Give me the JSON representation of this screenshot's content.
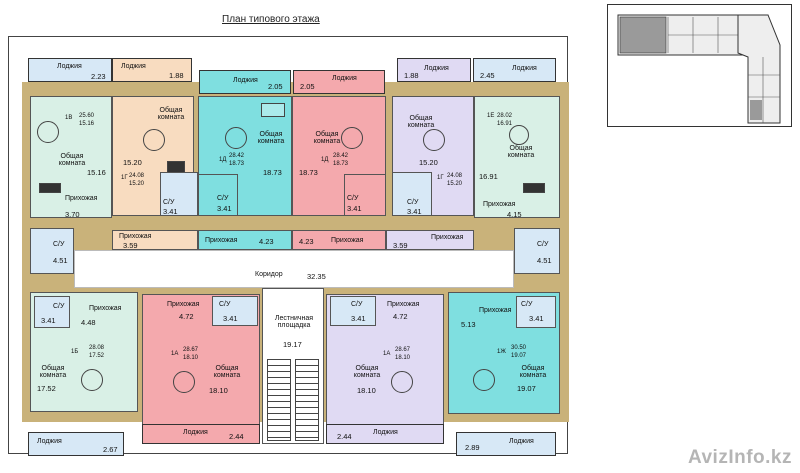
{
  "title": "План типового этажа",
  "colors": {
    "green": "#d9f0e6",
    "cyan": "#7fdfe0",
    "pink": "#f4a9ad",
    "peach": "#f8dcc0",
    "lilac": "#e0daf3",
    "wall": "#c9b27a",
    "corridor": "#ffffff",
    "loggia_blue": "#d7e8f6"
  },
  "loggias_top": [
    {
      "label": "Лоджия",
      "area": "2.23"
    },
    {
      "label": "Лоджия",
      "area": "1.88"
    },
    {
      "label": "Лоджия",
      "area": "2.05"
    },
    {
      "label": "Лоджия",
      "area": "2.05"
    },
    {
      "label": "Лоджия",
      "area": "1.88"
    },
    {
      "label": "Лоджия",
      "area": "2.45"
    }
  ],
  "loggias_bottom": [
    {
      "label": "Лоджия",
      "area": "2.67"
    },
    {
      "label": "Лоджия",
      "area": "2.44"
    },
    {
      "label": "Лоджия",
      "area": "2.44"
    },
    {
      "label": "Лоджия",
      "area": "2.89"
    }
  ],
  "top_apts": [
    {
      "code": "1В",
      "total": "25.60",
      "living": "15.16",
      "room_label": "Общая комната",
      "room_area": "15.16",
      "hall_label": "Прихожая",
      "hall_area": "3.70"
    },
    {
      "code": "1Г",
      "total": "24.08",
      "living": "15.20",
      "room_label": "Общая комната",
      "room_area": "15.20",
      "hall_label": "Прихожая",
      "hall_area": "3.59",
      "wc_label": "С/У",
      "wc_area": "3.41"
    },
    {
      "code": "1Д",
      "total": "28.42",
      "living": "18.73",
      "room_label": "Общая комната",
      "room_area": "18.73",
      "hall_label": "Прихожая",
      "hall_area": "4.23",
      "wc_label": "С/У",
      "wc_area": "3.41"
    },
    {
      "code": "1Д",
      "total": "28.42",
      "living": "18.73",
      "room_label": "Общая комната",
      "room_area": "18.73",
      "hall_label": "Прихожая",
      "hall_area": "4.23",
      "wc_label": "С/У",
      "wc_area": "3.41"
    },
    {
      "code": "1Г",
      "total": "24.08",
      "living": "15.20",
      "room_label": "Общая комната",
      "room_area": "15.20",
      "hall_label": "Прихожая",
      "hall_area": "3.59",
      "wc_label": "С/У",
      "wc_area": "3.41"
    },
    {
      "code": "1Е",
      "total": "28.02",
      "living": "16.91",
      "room_label": "Общая комната",
      "room_area": "16.91",
      "hall_label": "Прихожая",
      "hall_area": "4.15"
    }
  ],
  "side_wc": [
    {
      "label": "С/У",
      "area": "4.51"
    },
    {
      "label": "С/У",
      "area": "4.51"
    }
  ],
  "corridor": {
    "label": "Коридор",
    "area": "32.35"
  },
  "stairs": {
    "label": "Лестничная площадка",
    "area": "19.17"
  },
  "bottom_apts": [
    {
      "code": "1Б",
      "total": "28.08",
      "living": "17.52",
      "room_label": "Общая комната",
      "room_area": "17.52",
      "hall_label": "Прихожая",
      "hall_area": "4.48",
      "wc_label": "С/У",
      "wc_area": "3.41"
    },
    {
      "code": "1А",
      "total": "28.67",
      "living": "18.10",
      "room_label": "Общая комната",
      "room_area": "18.10",
      "hall_label": "Прихожая",
      "hall_area": "4.72",
      "wc_label": "С/У",
      "wc_area": "3.41"
    },
    {
      "code": "1А",
      "total": "28.67",
      "living": "18.10",
      "room_label": "Общая комната",
      "room_area": "18.10",
      "hall_label": "Прихожая",
      "hall_area": "4.72",
      "wc_label": "С/У",
      "wc_area": "3.41"
    },
    {
      "code": "1Ж",
      "total": "30.50",
      "living": "19.07",
      "room_label": "Общая комната",
      "room_area": "19.07",
      "hall_label": "Прихожая",
      "hall_area": "5.13",
      "wc_label": "С/У",
      "wc_area": "3.41"
    }
  ],
  "watermark": "AvizInfo.kz"
}
